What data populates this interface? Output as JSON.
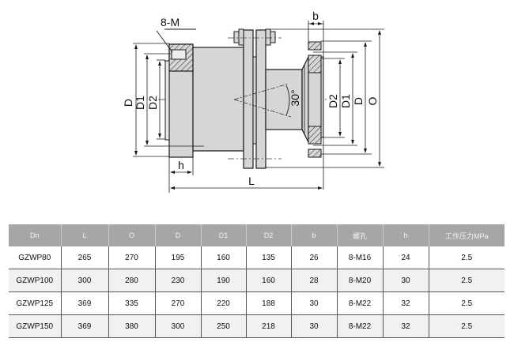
{
  "drawing": {
    "labels": {
      "bolt_holes": "8-M",
      "b": "b",
      "D": "D",
      "D1": "D1",
      "D2": "D2",
      "O": "O",
      "h": "h",
      "L": "L",
      "angle": "30°"
    }
  },
  "table": {
    "headers": [
      "Dn",
      "L",
      "O",
      "D",
      "D1",
      "D2",
      "b",
      "螺孔",
      "h",
      "工作压力MPa"
    ],
    "rows": [
      [
        "GZWP80",
        "265",
        "270",
        "195",
        "160",
        "135",
        "26",
        "8-M16",
        "24",
        "2.5"
      ],
      [
        "GZWP100",
        "300",
        "280",
        "230",
        "190",
        "160",
        "28",
        "8-M20",
        "30",
        "2.5"
      ],
      [
        "GZWP125",
        "369",
        "335",
        "270",
        "220",
        "188",
        "30",
        "8-M22",
        "32",
        "2.5"
      ],
      [
        "GZWP150",
        "369",
        "380",
        "300",
        "250",
        "218",
        "30",
        "8-M22",
        "32",
        "2.5"
      ]
    ]
  },
  "colors": {
    "header_bg": "#a6a6a6",
    "part_fill": "#d6d6d6",
    "line": "#1a1a1a"
  }
}
